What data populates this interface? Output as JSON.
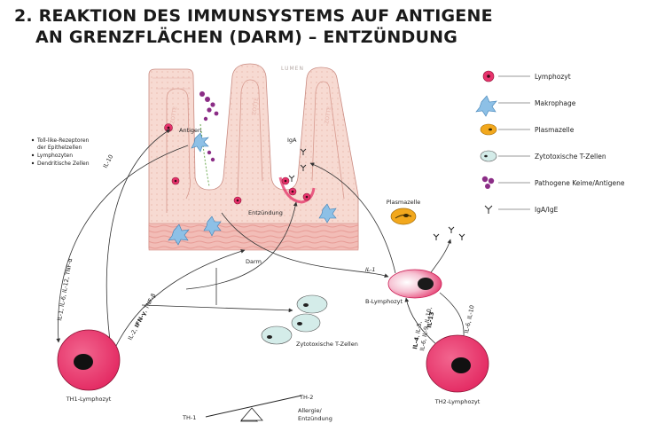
{
  "title": {
    "line1": "2. REAKTION DES IMMUNSYSTEMS AUF ANTIGENE",
    "line2": "AN GRENZFLÄCHEN (DARM) – ENTZÜNDUNG"
  },
  "diagram": {
    "lumen": "LUMEN",
    "zotte": "ZOTTE",
    "antigen": "Antigen",
    "iga": "IgA",
    "entzuendung": "Entzündung",
    "darm": "Darm",
    "plasmazelle": "Plasmazelle",
    "b_lymphozyt": "B-Lymphozyt",
    "th1_lymphozyt": "TH1-Lymphozyt",
    "th2_lymphozyt": "TH2-Lymphozyt",
    "zytotoxische": "Zytotoxische T-Zellen",
    "tlr_list": [
      "Toll-like-Rezeptoren",
      "der Epithelzellen",
      "Lymphozyten",
      "Dendritische Zellen"
    ],
    "il10": "IL-10",
    "il_th1_cytokines": "IL-1, IL-6, IL-12, TNF-α",
    "il2_prefix": "IL-2, ",
    "ifn": "IFN-γ",
    "tnf_beta": ", TNF-β",
    "il1": "IL-1",
    "il4_bold": "IL-4",
    "il4_rest": ", IL-5,",
    "il6_9_10": "IL-6, IL-9, IL-10,",
    "il13": "IL-13",
    "il6_10": "IL-6, IL-10",
    "th1": "TH-1",
    "th2": "TH-2",
    "allergie": "Allergie/",
    "entzuendung2": "Entzündung"
  },
  "legend": [
    {
      "icon": "lymphocyte-icon",
      "label": "Lymphozyt"
    },
    {
      "icon": "macrophage-icon",
      "label": "Makrophage"
    },
    {
      "icon": "plasma-cell-icon",
      "label": "Plasmazelle"
    },
    {
      "icon": "cytotoxic-t-cell-icon",
      "label": "Zytotoxische T-Zellen"
    },
    {
      "icon": "pathogen-icon",
      "label": "Pathogene Keime/Antigene"
    },
    {
      "icon": "antibody-icon",
      "label": "IgA/IgE"
    }
  ],
  "colors": {
    "lymphocyte": "#e8336d",
    "macrophage": "#7eb6e0",
    "plasma": "#f2a81d",
    "cytotoxic": "#cfe8e6",
    "pathogen": "#8b2d86",
    "tissue": "#f6d5cd",
    "muscle": "#f0b3ae"
  }
}
